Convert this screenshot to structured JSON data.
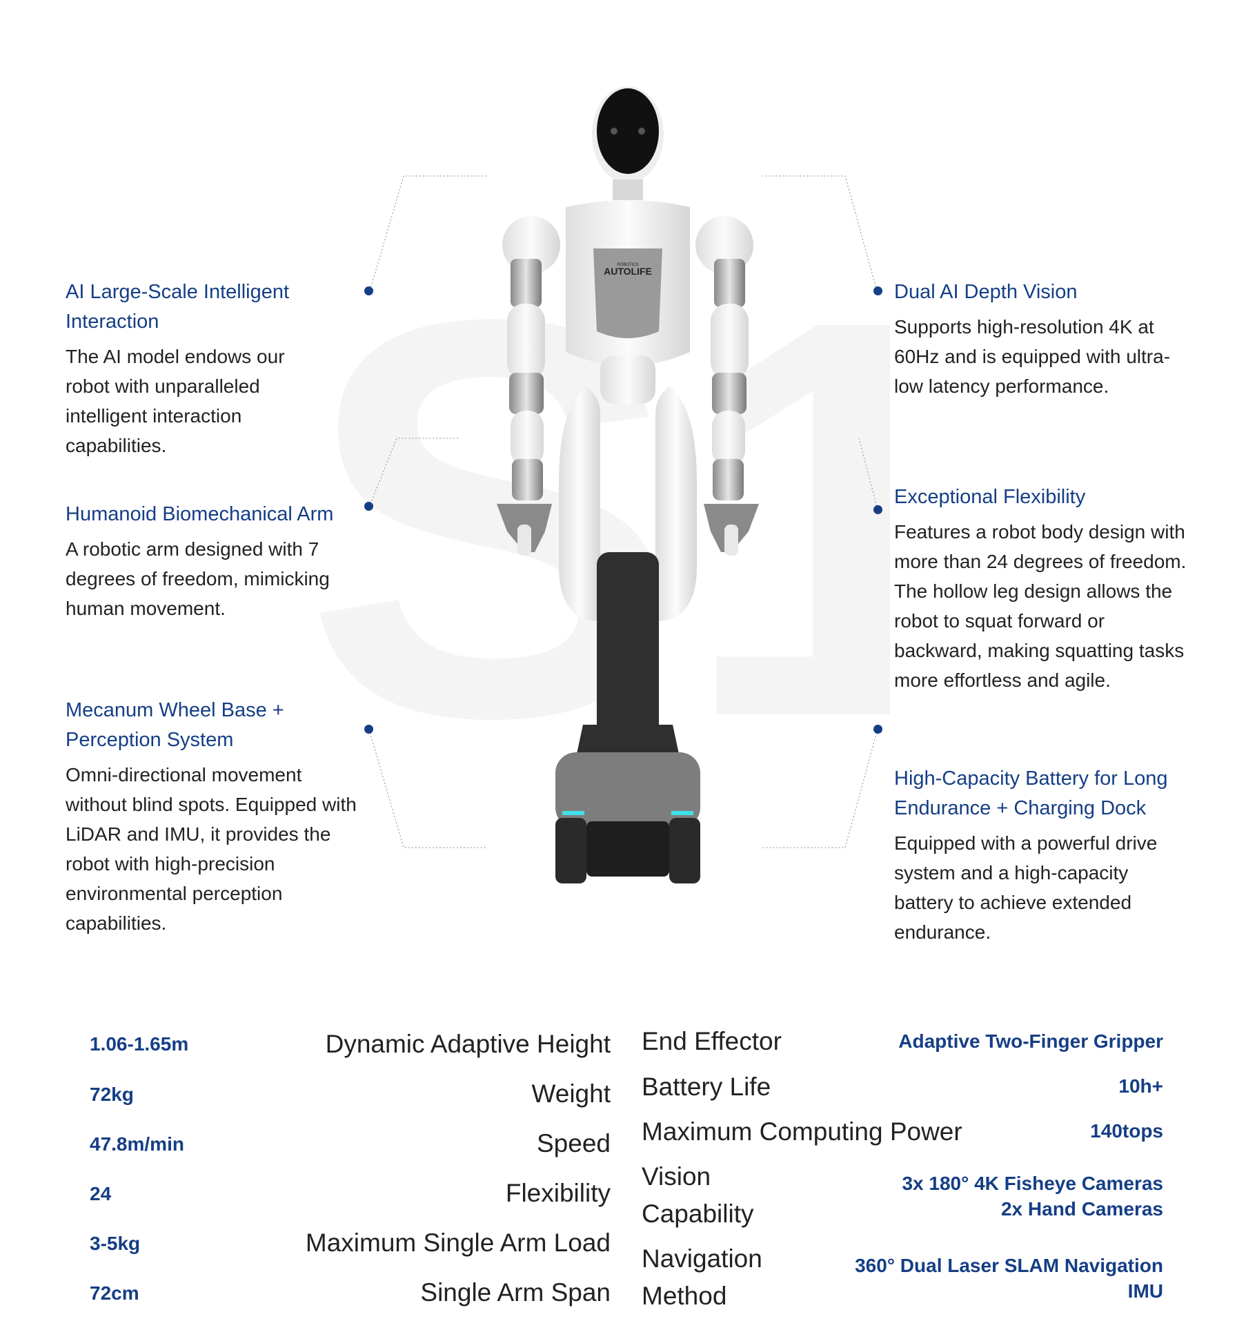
{
  "robot": {
    "logo_text": "AUTOLIFE",
    "logo_sub": "ROBOTICS"
  },
  "watermark_text": "S1",
  "features_left": [
    {
      "title": "AI Large-Scale Intelligent Interaction",
      "body": "The AI model endows our robot with unparalleled intelligent interaction capabilities."
    },
    {
      "title": "Humanoid Biomechanical Arm",
      "body": "A robotic arm designed with 7 degrees of freedom, mimicking human movement."
    },
    {
      "title": "Mecanum Wheel Base + Perception System",
      "body": "Omni-directional movement without blind spots. Equipped with LiDAR and IMU, it provides the robot with high-precision environmental perception capabilities."
    }
  ],
  "features_right": [
    {
      "title": "Dual AI Depth Vision",
      "body": "Supports high-resolution 4K at 60Hz and is equipped with ultra-low latency performance."
    },
    {
      "title": "Exceptional Flexibility",
      "body": "Features a robot body design with more than 24 degrees of freedom. The hollow leg design allows the robot to squat forward or backward, making squatting tasks more effortless and agile."
    },
    {
      "title": "High-Capacity Battery for Long Endurance + Charging Dock",
      "body": "Equipped with a powerful drive system and a high-capacity battery to achieve extended endurance."
    }
  ],
  "specs_left": [
    {
      "value": "1.06-1.65m",
      "label": "Dynamic Adaptive Height"
    },
    {
      "value": "72kg",
      "label": "Weight"
    },
    {
      "value": "47.8m/min",
      "label": "Speed"
    },
    {
      "value": "24",
      "label": "Flexibility"
    },
    {
      "value": "3-5kg",
      "label": "Maximum Single Arm Load"
    },
    {
      "value": "72cm",
      "label": "Single Arm Span"
    }
  ],
  "specs_right": [
    {
      "label": "End Effector",
      "value": "Adaptive Two-Finger Gripper"
    },
    {
      "label": "Battery Life",
      "value": "10h+"
    },
    {
      "label": "Maximum Computing Power",
      "value": "140tops"
    },
    {
      "label": "Vision Capability",
      "value": "3x 180° 4K Fisheye Cameras\n2x Hand Cameras"
    },
    {
      "label": "Navigation Method",
      "value": "360° Dual Laser SLAM Navigation\nIMU"
    }
  ],
  "colors": {
    "accent": "#153e85",
    "text": "#222222",
    "robot_white": "#f2f2f2",
    "robot_dark": "#2f2f2f",
    "light_strip": "#3fe0e8"
  }
}
